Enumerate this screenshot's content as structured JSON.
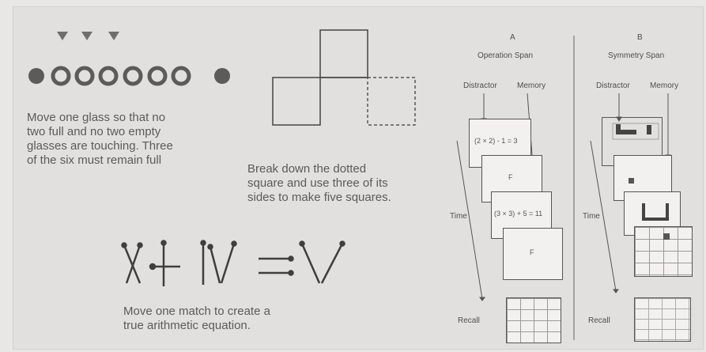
{
  "puzzles": {
    "glasses": {
      "text_lines": [
        "Move one glass so that no",
        "two full and no two empty",
        "glasses are touching. Three",
        "of the six must remain full"
      ]
    },
    "squares": {
      "text_lines": [
        "Break down the dotted",
        "square and use three of its",
        "sides to make five squares."
      ]
    },
    "matches": {
      "text_lines": [
        "Move one match to create a",
        "true arithmetic equation."
      ]
    }
  },
  "span_tasks": {
    "a": {
      "letter": "A",
      "title": "Operation Span",
      "distractor_label": "Distractor",
      "memory_label": "Memory",
      "time_label": "Time",
      "recall_label": "Recall",
      "cards": [
        "(2 × 2) - 1 = 3",
        "F",
        "(3 × 3) + 5 = 11",
        "F"
      ]
    },
    "b": {
      "letter": "B",
      "title": "Symmetry Span",
      "distractor_label": "Distractor",
      "memory_label": "Memory",
      "time_label": "Time",
      "recall_label": "Recall"
    }
  }
}
